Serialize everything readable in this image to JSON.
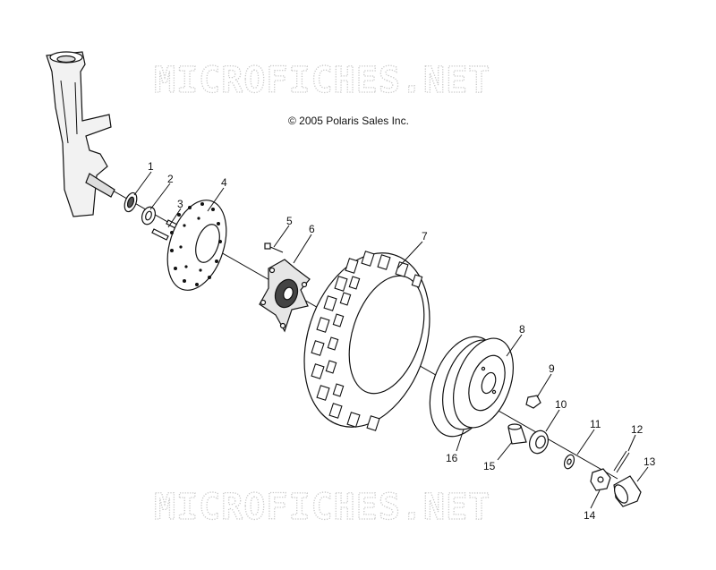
{
  "watermark_top": "MICROFICHES.NET",
  "watermark_bottom": "MICROFICHES.NET",
  "copyright": "© 2005 Polaris Sales Inc.",
  "callouts": [
    {
      "label": "1"
    },
    {
      "label": "2"
    },
    {
      "label": "3"
    },
    {
      "label": "4"
    },
    {
      "label": "5"
    },
    {
      "label": "6"
    },
    {
      "label": "7"
    },
    {
      "label": "8"
    },
    {
      "label": "9"
    },
    {
      "label": "10"
    },
    {
      "label": "11"
    },
    {
      "label": "12"
    },
    {
      "label": "13"
    },
    {
      "label": "14"
    },
    {
      "label": "15"
    },
    {
      "label": "16"
    }
  ]
}
